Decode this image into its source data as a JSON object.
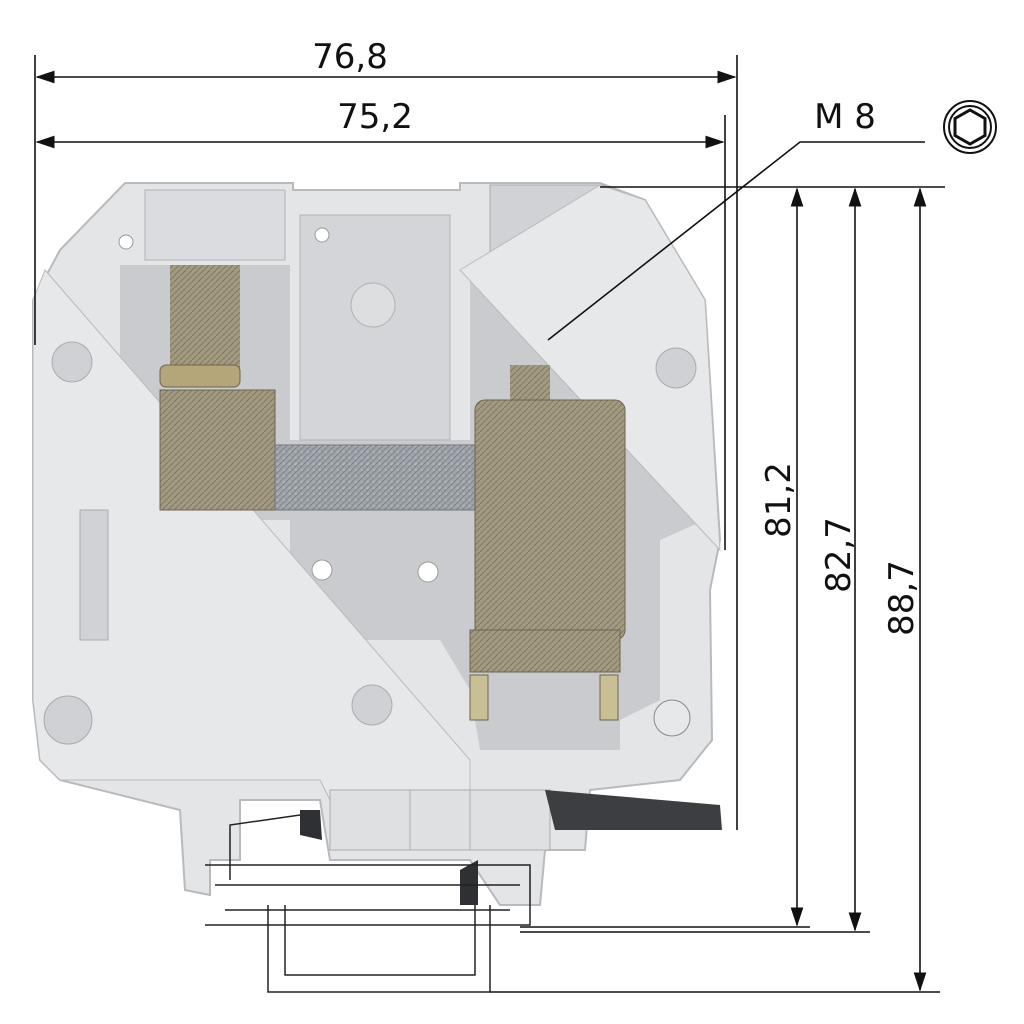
{
  "dimensions": {
    "overall_width": "76,8",
    "inner_width": "75,2",
    "height_a": "81,2",
    "height_b": "82,7",
    "height_c": "88,7"
  },
  "callout": {
    "screw": "M 8"
  },
  "icons": {
    "drive": "hex-socket-icon"
  },
  "colors": {
    "body": "#e4e5e7",
    "cavity": "#c9cbce",
    "metal": "#9ea4aa",
    "line": "#111111"
  }
}
